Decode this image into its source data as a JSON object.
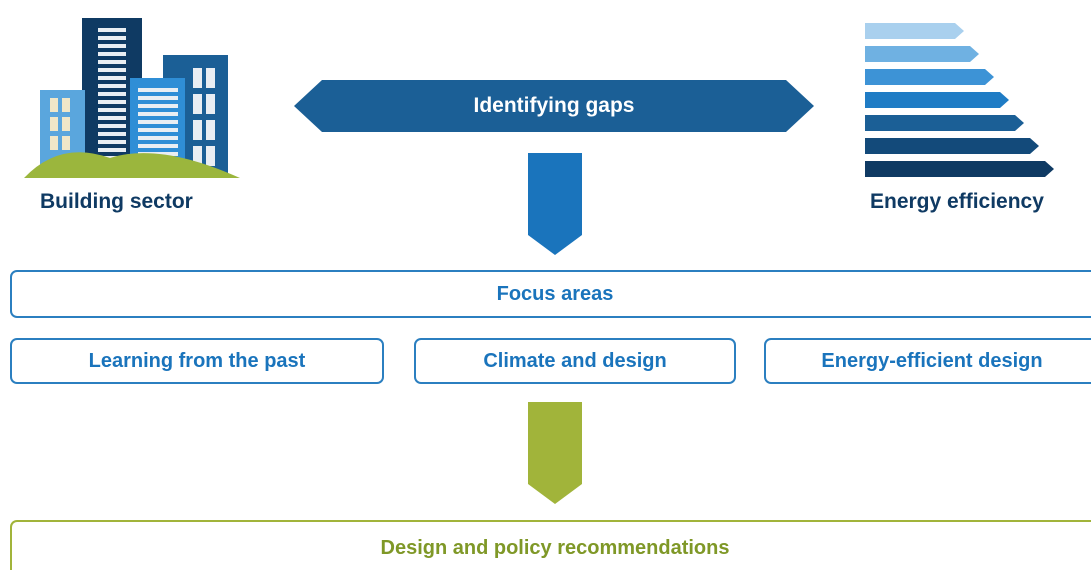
{
  "left_icon": {
    "name": "buildings-icon",
    "label": "Building sector"
  },
  "right_icon": {
    "name": "energy-rating-bars-icon",
    "label": "Energy efficiency"
  },
  "banner": {
    "label": "Identifying gaps"
  },
  "focus": {
    "title": "Focus areas",
    "items": [
      "Learning from the past",
      "Climate and design",
      "Energy-efficient design"
    ]
  },
  "result": {
    "label": "Design and policy recommendations"
  },
  "colors": {
    "dark_navy": "#0f3a63",
    "mid_blue": "#1a74bc",
    "banner_blue": "#1b5f96",
    "light_blue": "#5aa6dd",
    "green": "#a1b43a",
    "ground_green": "#9bb63d"
  }
}
